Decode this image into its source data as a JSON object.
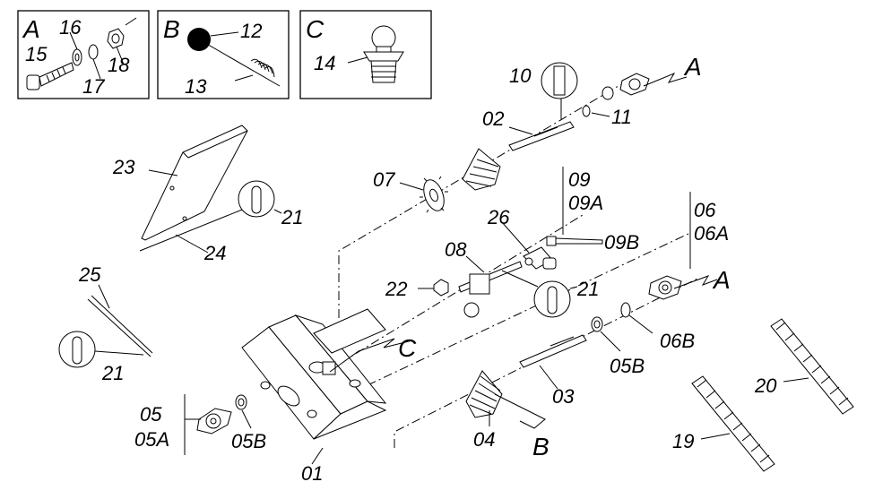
{
  "insets": {
    "a": {
      "letter": "A",
      "labels": [
        "16",
        "15",
        "17",
        "18"
      ]
    },
    "b": {
      "letter": "B",
      "labels": [
        "12",
        "13"
      ]
    },
    "c": {
      "letter": "C",
      "labels": [
        "14"
      ]
    }
  },
  "labels": {
    "l01": "01",
    "l02": "02",
    "l03": "03",
    "l04": "04",
    "l05": "05",
    "l05a": "05A",
    "l05b_left": "05B",
    "l05b_right": "05B",
    "l06": "06",
    "l06a": "06A",
    "l06b": "06B",
    "l07": "07",
    "l08": "08",
    "l09": "09",
    "l09a": "09A",
    "l09b": "09B",
    "l10": "10",
    "l11": "11",
    "l19": "19",
    "l20": "20",
    "l21_top": "21",
    "l21_mid": "21",
    "l21_left": "21",
    "l22": "22",
    "l23": "23",
    "l24": "24",
    "l25": "25",
    "l26": "26"
  },
  "callouts": {
    "a_top": "A",
    "a_right": "A",
    "b": "B",
    "c": "C"
  }
}
